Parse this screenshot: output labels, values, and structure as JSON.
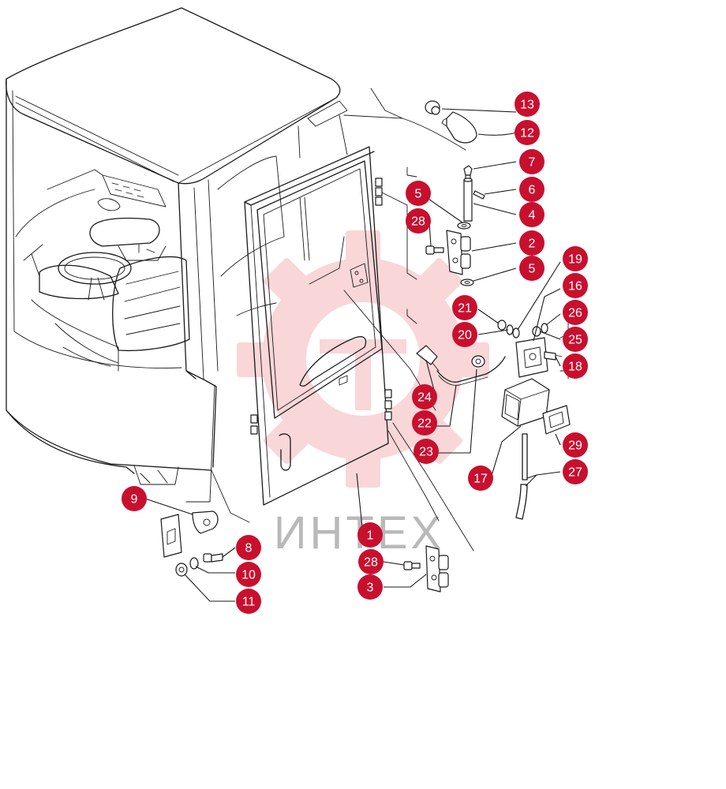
{
  "watermark": {
    "text": "ИНТЕХ",
    "logo_color": "#e84a52",
    "text_color": "#b9b9b9"
  },
  "callout_color": "#c8102e",
  "callouts": [
    {
      "label": "1"
    },
    {
      "label": "2"
    },
    {
      "label": "3"
    },
    {
      "label": "4"
    },
    {
      "label": "5"
    },
    {
      "label": "5"
    },
    {
      "label": "6"
    },
    {
      "label": "7"
    },
    {
      "label": "8"
    },
    {
      "label": "9"
    },
    {
      "label": "10"
    },
    {
      "label": "11"
    },
    {
      "label": "12"
    },
    {
      "label": "13"
    },
    {
      "label": "16"
    },
    {
      "label": "17"
    },
    {
      "label": "18"
    },
    {
      "label": "19"
    },
    {
      "label": "20"
    },
    {
      "label": "21"
    },
    {
      "label": "22"
    },
    {
      "label": "23"
    },
    {
      "label": "24"
    },
    {
      "label": "25"
    },
    {
      "label": "26"
    },
    {
      "label": "27"
    },
    {
      "label": "28"
    },
    {
      "label": "28"
    },
    {
      "label": "29"
    }
  ]
}
